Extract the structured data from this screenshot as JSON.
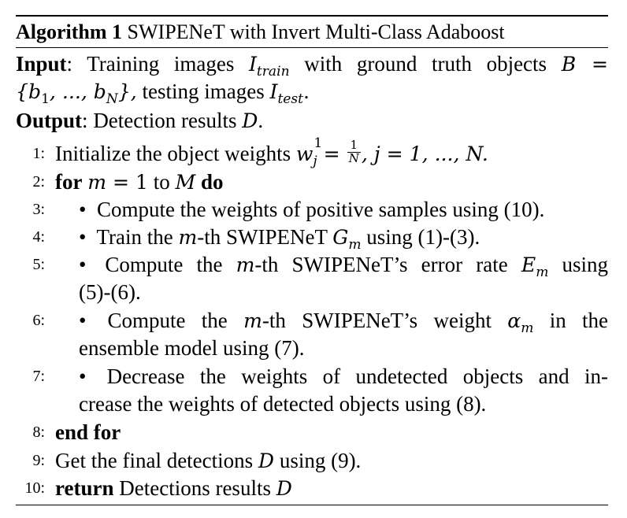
{
  "algorithm": {
    "label": "Algorithm 1",
    "title": "SWIPENeT with Invert Multi-Class Adaboost"
  },
  "input": {
    "label": "Input",
    "colon": ":",
    "text_a": "Training images",
    "sym_I": "I",
    "sym_train": "train",
    "text_b": "with ground truth objects",
    "sym_B": "B =",
    "set_open": "{b",
    "set_1": "1",
    "set_mid": ", ..., b",
    "set_N": "N",
    "set_close": "},",
    "text_c": "testing images",
    "sym_test": "test",
    "period": "."
  },
  "output": {
    "label": "Output",
    "colon": ":",
    "text": "Detection results",
    "sym_D": "D",
    "period": "."
  },
  "steps": {
    "n1": "1:",
    "s1_text": "Initialize the object weights",
    "s1_w": "w",
    "s1_j": "j",
    "s1_sup": "1",
    "s1_eq": " = ",
    "s1_num": "1",
    "s1_den": "N",
    "s1_tail": ", j = 1, ..., N.",
    "n2": "2:",
    "s2_for": "for",
    "s2_m": "m",
    "s2_eq": " = 1",
    "s2_to": "to",
    "s2_M": "M",
    "s2_do": "do",
    "bullet": "•",
    "n3": "3:",
    "s3": "Compute the weights of positive samples using (10).",
    "n4": "4:",
    "s4_a": "Train the",
    "s4_m": "m",
    "s4_b": "-th SWIPENeT",
    "s4_G": "G",
    "s4_sub": "m",
    "s4_c": "using (1)-(3).",
    "n5": "5:",
    "s5_a": "Compute the",
    "s5_m": "m",
    "s5_b": "-th SWIPENeT’s error rate",
    "s5_E": "E",
    "s5_sub": "m",
    "s5_c": "using",
    "s5_d": "(5)-(6).",
    "n6": "6:",
    "s6_a": "Compute the",
    "s6_m": "m",
    "s6_b": "-th SWIPENeT’s weight",
    "s6_alpha": "α",
    "s6_sub": "m",
    "s6_c": "in the",
    "s6_d": "ensemble model using (7).",
    "n7": "7:",
    "s7_a": "Decrease the weights of undetected objects and in-",
    "s7_b": "crease the weights of detected objects using (8).",
    "n8": "8:",
    "s8": "end for",
    "n9": "9:",
    "s9_a": "Get the final detections",
    "s9_D": "D",
    "s9_b": "using (9).",
    "n10": "10:",
    "s10_ret": "return",
    "s10_text": "Detections results",
    "s10_D": "D"
  }
}
